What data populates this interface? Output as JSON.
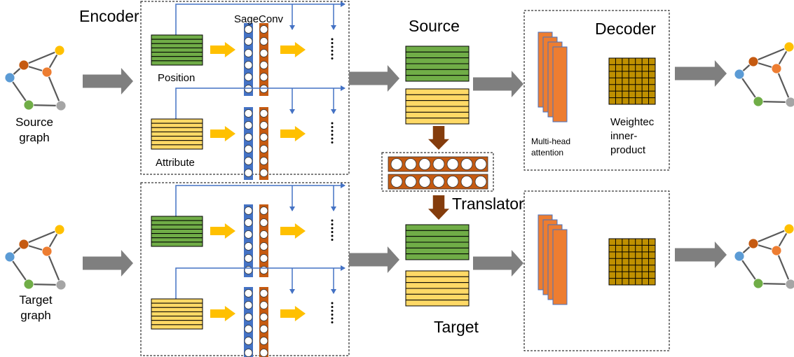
{
  "labels": {
    "encoder": "Encoder",
    "sageconv": "SageConv",
    "position": "Position",
    "attribute": "Attribute",
    "source": "Source",
    "target": "Target",
    "decoder": "Decoder",
    "translator": "Translator",
    "multihead": [
      "Multi-head",
      "attention"
    ],
    "weighted": [
      "Weightec",
      "inner-",
      "product"
    ],
    "source_graph": [
      "Source",
      "graph"
    ],
    "target_graph": [
      "Target",
      "graph"
    ]
  },
  "colors": {
    "green": "#70AD47",
    "yellow": "#FFD966",
    "gold_arrow": "#FFC000",
    "gray_arrow": "#7F7F7F",
    "blue": "#4472C4",
    "brown": "#C55A11",
    "dark_brown": "#843C0C",
    "orange": "#ED7D31",
    "grid": "#BF9000",
    "node_blue": "#5B9BD5",
    "node_gray": "#A5A5A5"
  }
}
